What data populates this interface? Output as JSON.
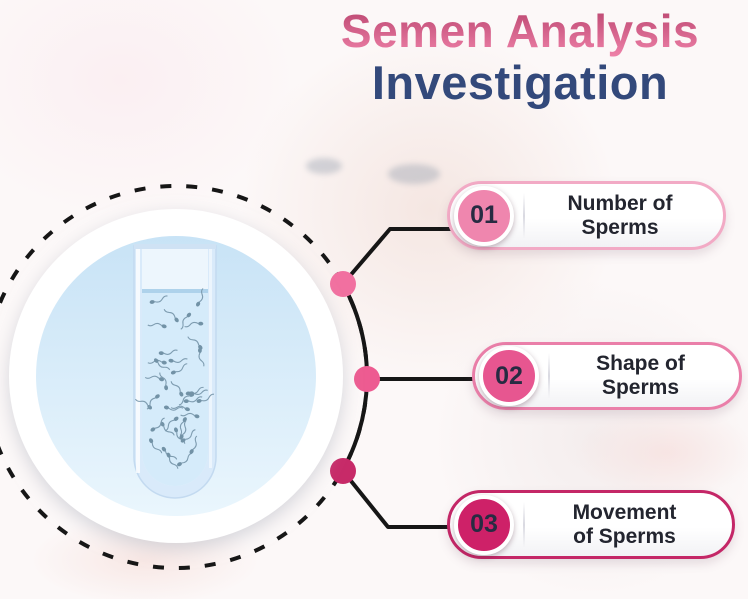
{
  "title": {
    "line1": "Semen Analysis",
    "line2": "Investigation"
  },
  "items": [
    {
      "number": "01",
      "label_lines": [
        "Number of",
        "Sperms"
      ],
      "circle_color": "#ef86ae",
      "border_color": "#f2aac5",
      "dot_color": "#f170a0"
    },
    {
      "number": "02",
      "label_lines": [
        "Shape of",
        "Sperms"
      ],
      "circle_color": "#e75690",
      "border_color": "#ea7fa9",
      "dot_color": "#ed5b91"
    },
    {
      "number": "03",
      "label_lines": [
        "Movement",
        "of Sperms"
      ],
      "circle_color": "#ce2168",
      "border_color": "#c42767",
      "dot_color": "#c72a68"
    }
  ],
  "colors": {
    "title_gradient_top": "#b8436d",
    "title_gradient_bottom": "#ef82a9",
    "title_line2": "#33497b",
    "connector": "#161616",
    "photo_ring": "#ffffff",
    "photo_bg_top": "#c8e3f6",
    "photo_bg_bottom": "#eaf6fd"
  },
  "illustration": {
    "name": "sperm-sample-test-tube"
  }
}
